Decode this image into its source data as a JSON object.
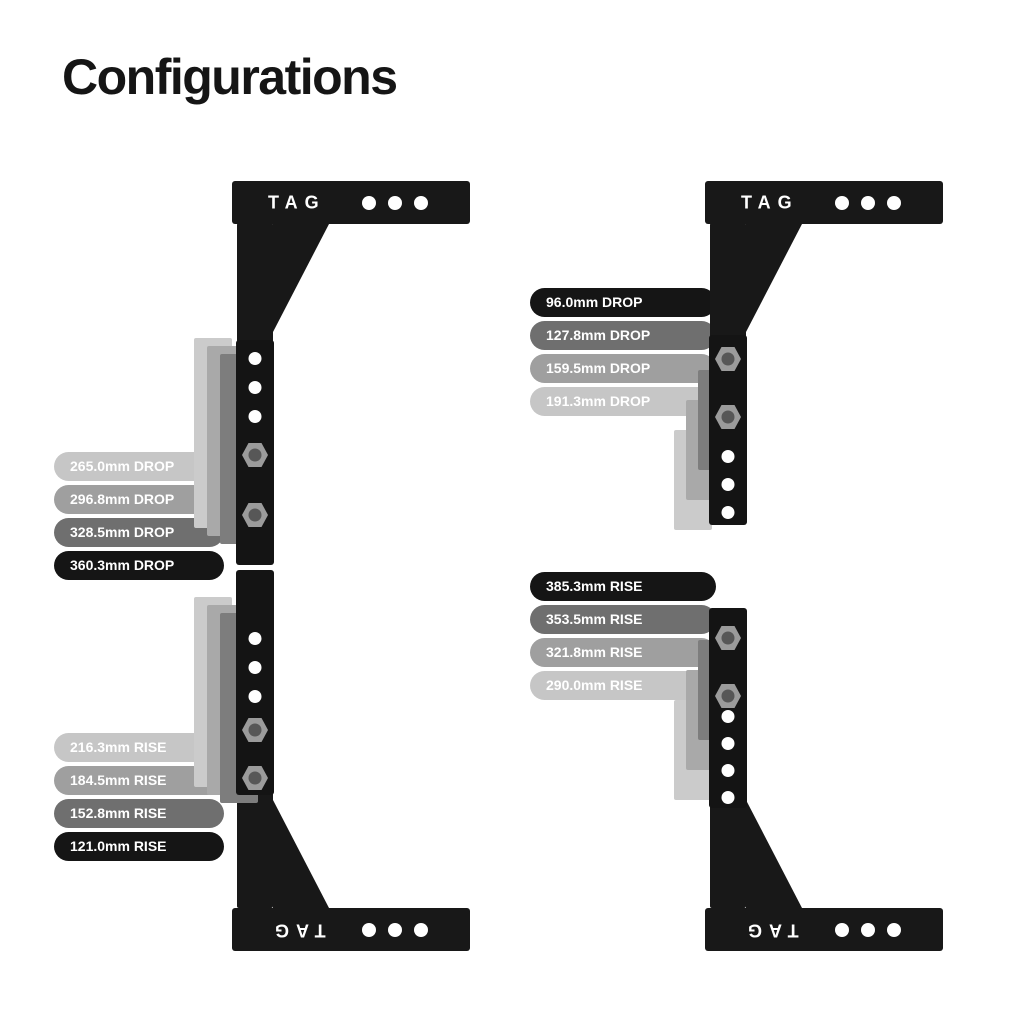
{
  "title": "Configurations",
  "brand_logo": "TAG",
  "colors": {
    "metal": "#181818",
    "channel": "#141414",
    "ghost_light": "#cbcbcb",
    "ghost_mid": "#a9a9a9",
    "ghost_dark": "#7d7d7d",
    "label_text": "#ffffff",
    "title_text": "#151515",
    "background": "#ffffff"
  },
  "diagrams": [
    {
      "name": "max-drop-range",
      "labels": [
        {
          "text": "265.0mm DROP",
          "color": "#c6c6c6"
        },
        {
          "text": "296.8mm DROP",
          "color": "#9f9f9f"
        },
        {
          "text": "328.5mm DROP",
          "color": "#6f6f6f"
        },
        {
          "text": "360.3mm DROP",
          "color": "#151515"
        }
      ]
    },
    {
      "name": "min-drop-range",
      "labels": [
        {
          "text": "96.0mm DROP",
          "color": "#151515"
        },
        {
          "text": "127.8mm DROP",
          "color": "#6f6f6f"
        },
        {
          "text": "159.5mm DROP",
          "color": "#9f9f9f"
        },
        {
          "text": "191.3mm DROP",
          "color": "#c6c6c6"
        }
      ]
    },
    {
      "name": "min-rise-range",
      "labels": [
        {
          "text": "216.3mm RISE",
          "color": "#c6c6c6"
        },
        {
          "text": "184.5mm RISE",
          "color": "#9f9f9f"
        },
        {
          "text": "152.8mm RISE",
          "color": "#6f6f6f"
        },
        {
          "text": "121.0mm RISE",
          "color": "#151515"
        }
      ]
    },
    {
      "name": "max-rise-range",
      "labels": [
        {
          "text": "385.3mm RISE",
          "color": "#151515"
        },
        {
          "text": "353.5mm RISE",
          "color": "#6f6f6f"
        },
        {
          "text": "321.8mm RISE",
          "color": "#9f9f9f"
        },
        {
          "text": "290.0mm RISE",
          "color": "#c6c6c6"
        }
      ]
    }
  ]
}
